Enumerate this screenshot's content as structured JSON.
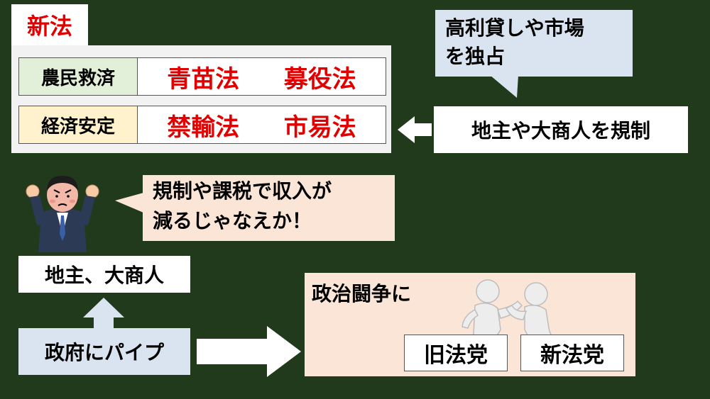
{
  "title": "新法",
  "policies": [
    {
      "category": "農民救済",
      "laws": [
        "青苗法",
        "募役法"
      ]
    },
    {
      "category": "経済安定",
      "laws": [
        "禁輸法",
        "市易法"
      ]
    }
  ],
  "callout_monopoly": [
    "高利貸しや市場",
    "を独占"
  ],
  "regulation": "地主や大商人を規制",
  "complaint": [
    "規制や課税で収入が",
    "減るじゃなえか！"
  ],
  "landlords": "地主、大商人",
  "pipe": "政府にパイプ",
  "struggle": {
    "label": "政治闘争に",
    "old_party": "旧法党",
    "new_party": "新法党"
  },
  "colors": {
    "background": "#213a1c",
    "law_red": "#e00000",
    "callout_blue": "#d9e4f0",
    "callout_peach": "#fbe5d6",
    "relief_green": "#e2efd9",
    "stability_yellow": "#fff2cc"
  }
}
